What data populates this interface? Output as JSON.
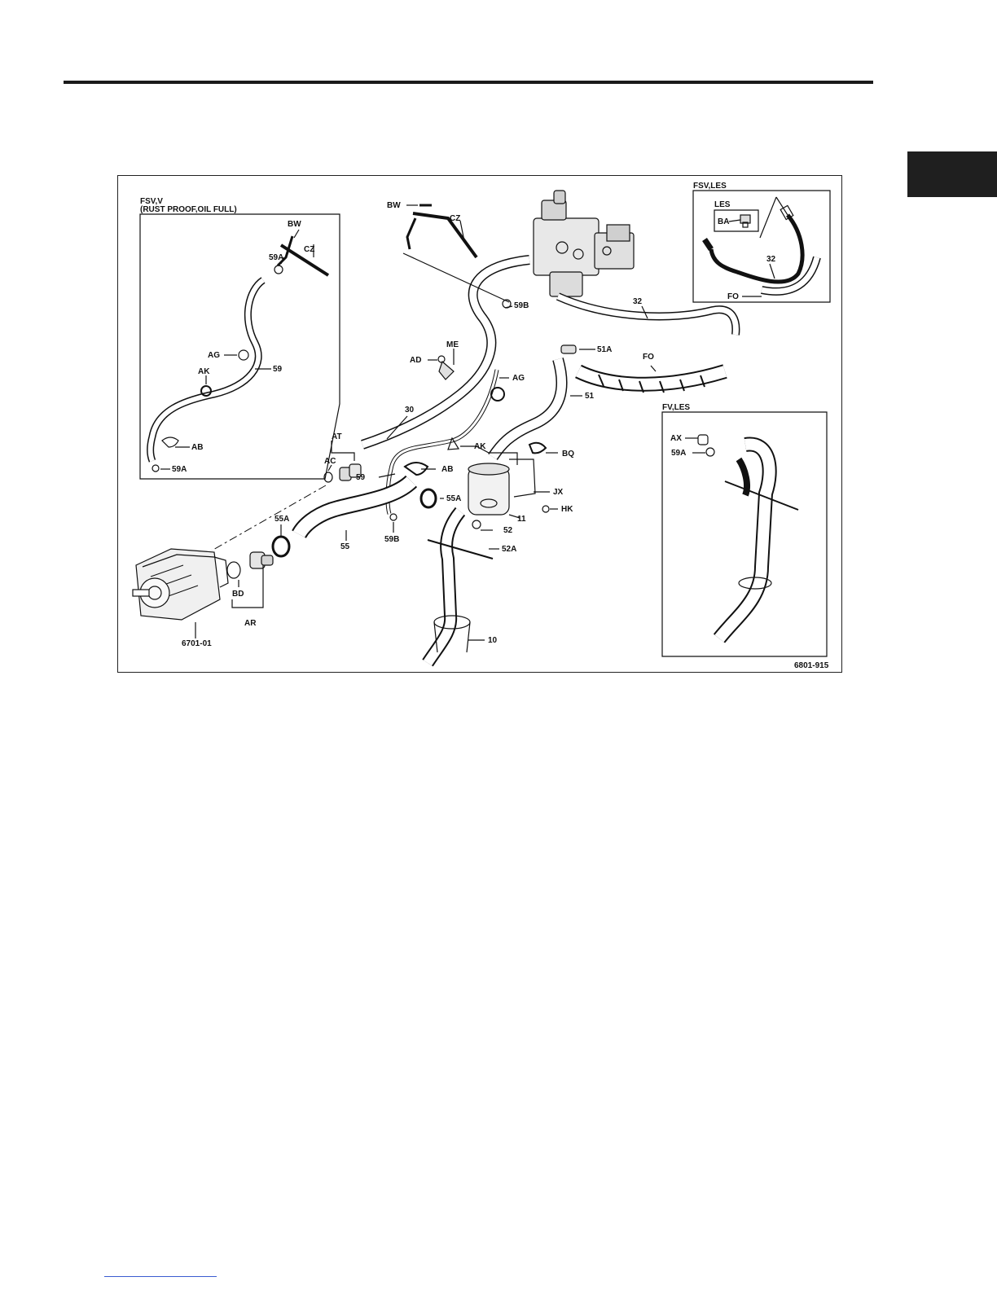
{
  "diagram": {
    "figure_id": "6801-915",
    "insets": {
      "fsv_v": {
        "title": "FSV,V",
        "subtitle": "(RUST PROOF,OIL FULL)"
      },
      "fsv_les": {
        "title": "FSV,LES",
        "sub_box": "LES"
      },
      "fv_les": {
        "title": "FV,LES"
      }
    },
    "labels": {
      "inset1_bw": "BW",
      "inset1_59a_top": "59A",
      "inset1_cz": "CZ",
      "inset1_ag": "AG",
      "inset1_ak": "AK",
      "inset1_59": "59",
      "inset1_ab": "AB",
      "inset1_59a_bottom": "59A",
      "main_bw": "BW",
      "main_cz": "CZ",
      "main_59b_top": "59B",
      "main_32": "32",
      "main_51a": "51A",
      "main_fo": "FO",
      "main_me": "ME",
      "main_ad": "AD",
      "main_ag": "AG",
      "main_51": "51",
      "main_30": "30",
      "main_at": "AT",
      "main_ac": "AC",
      "main_ak": "AK",
      "main_bq": "BQ",
      "main_59": "59",
      "main_ab": "AB",
      "main_55a_right": "55A",
      "main_jx": "JX",
      "main_11": "11",
      "main_hk": "HK",
      "main_55a_left": "55A",
      "main_52": "52",
      "main_52a": "52A",
      "main_59b_bottom": "59B",
      "main_55": "55",
      "main_bd": "BD",
      "main_ar": "AR",
      "main_6701": "6701-01",
      "main_10": "10",
      "inset2_ba": "BA",
      "inset2_32": "32",
      "inset2_fo": "FO",
      "inset3_ax": "AX",
      "inset3_59a": "59A"
    }
  }
}
